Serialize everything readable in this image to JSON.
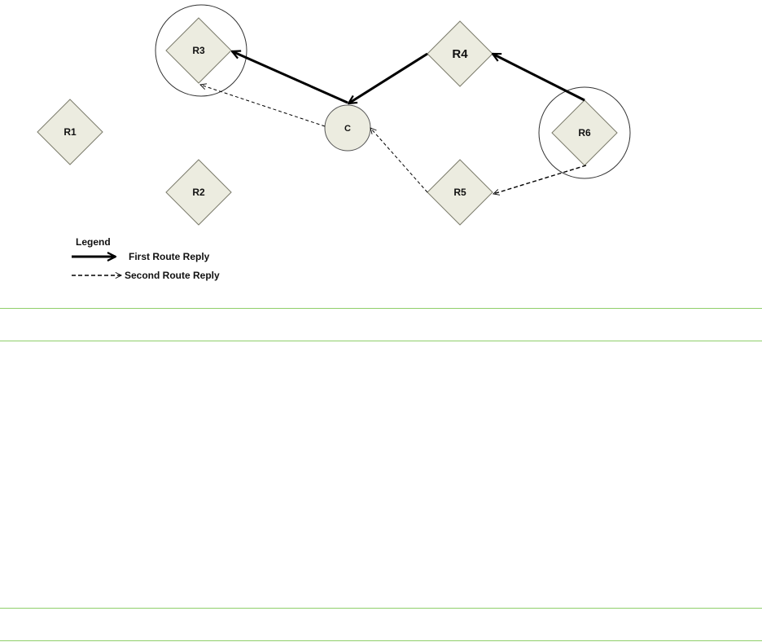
{
  "diagram": {
    "nodes": [
      {
        "id": "R1",
        "label": "R1",
        "shape": "diamond"
      },
      {
        "id": "R2",
        "label": "R2",
        "shape": "diamond"
      },
      {
        "id": "R3",
        "label": "R3",
        "shape": "diamond",
        "ringed": true
      },
      {
        "id": "R4",
        "label": "R4",
        "shape": "diamond"
      },
      {
        "id": "R5",
        "label": "R5",
        "shape": "diamond"
      },
      {
        "id": "R6",
        "label": "R6",
        "shape": "diamond",
        "ringed": true
      },
      {
        "id": "C",
        "label": "C",
        "shape": "circle"
      }
    ],
    "edges": [
      {
        "from": "C",
        "to": "R3",
        "style": "solid"
      },
      {
        "from": "R4",
        "to": "C",
        "style": "solid"
      },
      {
        "from": "R6",
        "to": "R4",
        "style": "solid"
      },
      {
        "from": "C",
        "to": "R3",
        "style": "dashed"
      },
      {
        "from": "R5",
        "to": "C",
        "style": "dashed"
      },
      {
        "from": "R6",
        "to": "R5",
        "style": "dashed"
      }
    ],
    "legend": {
      "title": "Legend",
      "items": [
        {
          "label": "First Route Reply",
          "style": "solid"
        },
        {
          "label": "Second Route Reply",
          "style": "dashed"
        }
      ]
    },
    "colors": {
      "node_fill": "#ecece0",
      "node_stroke": "#7a7a6a",
      "edge": "#000000",
      "rule": "#8fcf6a"
    }
  }
}
